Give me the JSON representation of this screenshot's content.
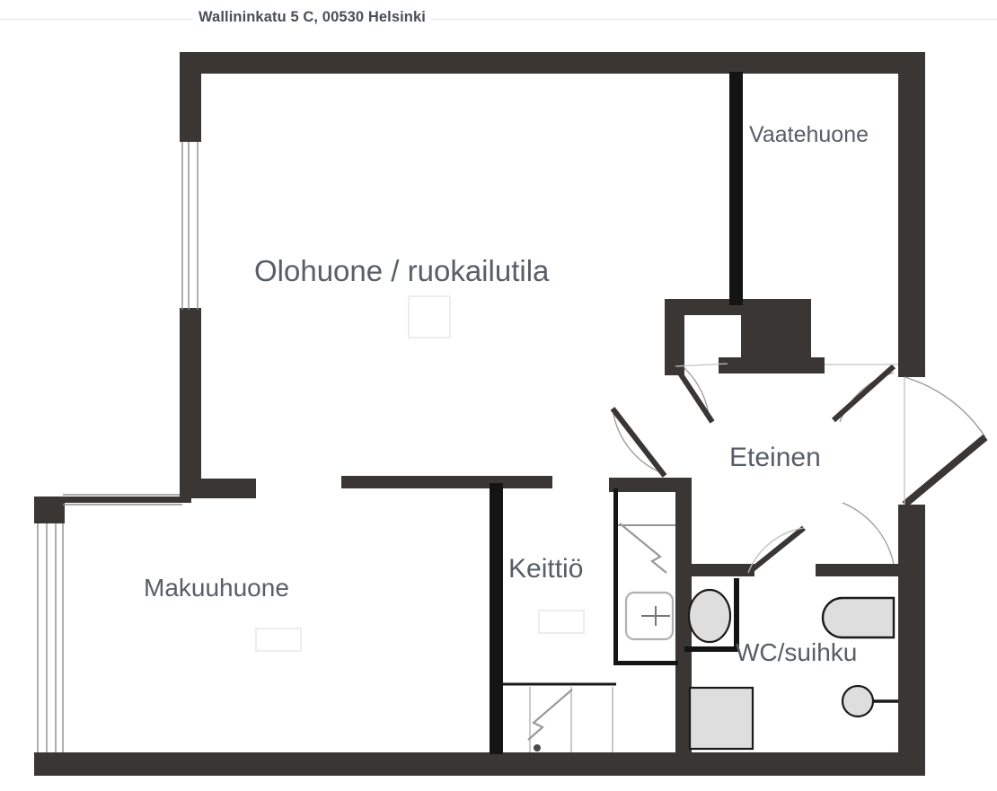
{
  "document": {
    "type": "floor-plan",
    "address": "Wallininkatu 5 C, 00530 Helsinki"
  },
  "colors": {
    "wall_exterior": "#3a3633",
    "wall_partition": "#141414",
    "label_text": "#575e66",
    "address_text": "#4a4f56",
    "fixture_fill": "#dedede",
    "fixture_stroke": "#1a1a1a",
    "background": "#ffffff",
    "rule": "#e3e3e3"
  },
  "rooms": [
    {
      "key": "living",
      "label": "Olohuone / ruokailutila"
    },
    {
      "key": "bedroom",
      "label": "Makuuhuone"
    },
    {
      "key": "kitchen",
      "label": "Keittiö"
    },
    {
      "key": "hall",
      "label": "Eteinen"
    },
    {
      "key": "closet",
      "label": "Vaatehuone"
    },
    {
      "key": "bath",
      "label": "WC/suihku"
    }
  ],
  "fixtures": [
    {
      "name": "toilet",
      "shape": "oval"
    },
    {
      "name": "bathtub-sink",
      "shape": "rounded-rect"
    },
    {
      "name": "shower-base",
      "shape": "square"
    },
    {
      "name": "floor-drain",
      "shape": "circle"
    },
    {
      "name": "kitchen-sink",
      "shape": "rounded-square-cross"
    },
    {
      "name": "stove",
      "shape": "dark-block"
    }
  ],
  "openings": [
    {
      "name": "living-room-window-west",
      "type": "window"
    },
    {
      "name": "bedroom-window-west",
      "type": "window"
    },
    {
      "name": "bedroom-window-north",
      "type": "window"
    },
    {
      "name": "entrance-door",
      "type": "door-swing"
    },
    {
      "name": "hall-to-living-door",
      "type": "door-swing"
    },
    {
      "name": "hall-to-closet-door",
      "type": "door-swing"
    },
    {
      "name": "hall-to-bath-door",
      "type": "door-swing"
    },
    {
      "name": "hall-to-kitchen-door",
      "type": "door-swing"
    },
    {
      "name": "kitchen-to-living-opening",
      "type": "opening"
    }
  ]
}
